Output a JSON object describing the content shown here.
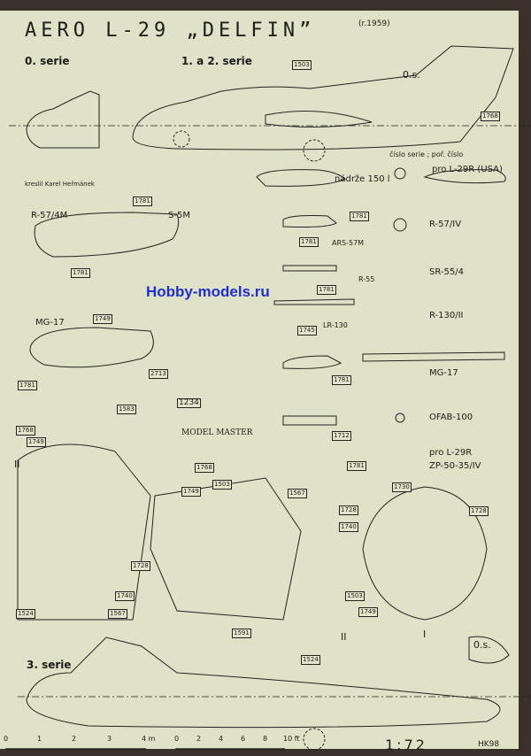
{
  "title": "AERO L-29 „DELFIN”",
  "year": "(r.1959)",
  "labels": {
    "serie0": "0. serie",
    "serie12": "1. a 2. serie",
    "os_top": "0.s.",
    "cislo": "číslo serie ; poř. číslo",
    "pro_usa": "pro L-29R (USA)",
    "nadrze": "nádrže 150 l",
    "author": "kreslil Karel Heřmánek",
    "r57_4m": "R-57/4M",
    "s5m": "S-5M",
    "ars57m": "ARS-57M",
    "r57_iv": "R-57/IV",
    "r55": "R-55",
    "sr55": "SR-55/4",
    "r130": "R-130/II",
    "lr130": "LR-130",
    "mg17_a": "MG-17",
    "mg17_b": "MG-17",
    "ofab": "OFAB-100",
    "pro_l29r": "pro L-29R",
    "zp50": "ZP-50-35/IV",
    "modelmaster": "MODEL MASTER",
    "serie3": "3. serie",
    "roman2a": "II",
    "roman2b": "II",
    "roman1": "I",
    "os_bottom": "0.s.",
    "ratio": "1:72",
    "author_code": "HK98"
  },
  "codes": {
    "c1503a": "1503",
    "c1768a": "1768",
    "c1781a": "1781",
    "c1781b": "1781",
    "c1781c": "1781",
    "c1781d": "1781",
    "c1781e": "1781",
    "c1781f": "1781",
    "c1781g": "1781",
    "c1781h": "1781",
    "c1745": "1745",
    "c1749a": "1749",
    "c2713": "2713",
    "c1583": "1583",
    "c1234": "1234",
    "c1712": "1712",
    "c1768b": "1768",
    "c1749b": "1749",
    "c1768c": "1768",
    "c1749c": "1749",
    "c1503b": "1503",
    "c1567a": "1567",
    "c1728a": "1728",
    "c1740a": "1740",
    "c1524a": "1524",
    "c1567b": "1567",
    "c1730": "1730",
    "c1728b": "1728",
    "c1740b": "1740",
    "c1749d": "1749",
    "c1591": "1591",
    "c1503c": "1503",
    "c1728c": "1728",
    "c1524b": "1524"
  },
  "scale_m": [
    "0",
    "1",
    "2",
    "3",
    "4 m"
  ],
  "scale_ft": [
    "0",
    "2",
    "4",
    "6",
    "8",
    "10 ft"
  ],
  "watermark": "Hobby-models.ru"
}
